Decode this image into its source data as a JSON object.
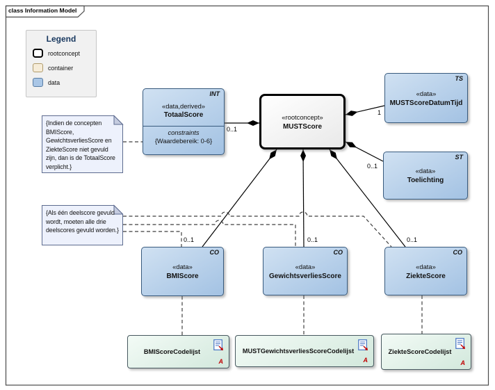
{
  "frame": {
    "title": "class Information Model"
  },
  "legend": {
    "title": "Legend",
    "items": [
      {
        "label": "rootconcept"
      },
      {
        "label": "container"
      },
      {
        "label": "data"
      }
    ]
  },
  "notes": [
    {
      "text": "{Indien de concepten BMIScore, GewichtsverliesScore en ZiekteScore niet gevuld zijn, dan is de TotaalScore verplicht.}"
    },
    {
      "text": "{Als één deelscore gevuld wordt, moeten alle drie deelscores gevuld worden.}"
    }
  ],
  "classes": {
    "totaalscore": {
      "marker": "INT",
      "stereotype": "«data,derived»",
      "name": "TotaalScore",
      "compartment_label": "constraints",
      "constraint": "{Waardebereik: 0-6}"
    },
    "mustscore": {
      "stereotype": "«rootconcept»",
      "name": "MUSTScore"
    },
    "datumtijd": {
      "marker": "TS",
      "stereotype": "«data»",
      "name": "MUSTScoreDatumTijd"
    },
    "toelichting": {
      "marker": "ST",
      "stereotype": "«data»",
      "name": "Toelichting"
    },
    "bmiscore": {
      "marker": "CO",
      "stereotype": "«data»",
      "name": "BMIScore"
    },
    "gewichtsverliesscore": {
      "marker": "CO",
      "stereotype": "«data»",
      "name": "GewichtsverliesScore"
    },
    "ziektescore": {
      "marker": "CO",
      "stereotype": "«data»",
      "name": "ZiekteScore"
    }
  },
  "codelists": [
    {
      "name": "BMIScoreCodelijst",
      "badge": "A"
    },
    {
      "name": "MUSTGewichtsverliesScoreCodelijst",
      "badge": "A"
    },
    {
      "name": "ZiekteScoreCodelijst",
      "badge": "A"
    }
  ],
  "multiplicities": {
    "totaalscore": "0..1",
    "datumtijd": "1",
    "toelichting": "0..1",
    "bmiscore": "0..1",
    "gewichtsverliesscore": "0..1",
    "ziektescore": "0..1"
  },
  "colors": {
    "data_fill": "#a9c6e6",
    "data_border": "#385a7d",
    "container_fill": "#f6ecd8",
    "rootconcept_border": "#000000",
    "codelist_fill": "#d9ecdf",
    "note_fill": "#edf1fc",
    "legend_title": "#17375e",
    "badge_red": "#c00000",
    "doc_icon_blue": "#4472c4"
  }
}
